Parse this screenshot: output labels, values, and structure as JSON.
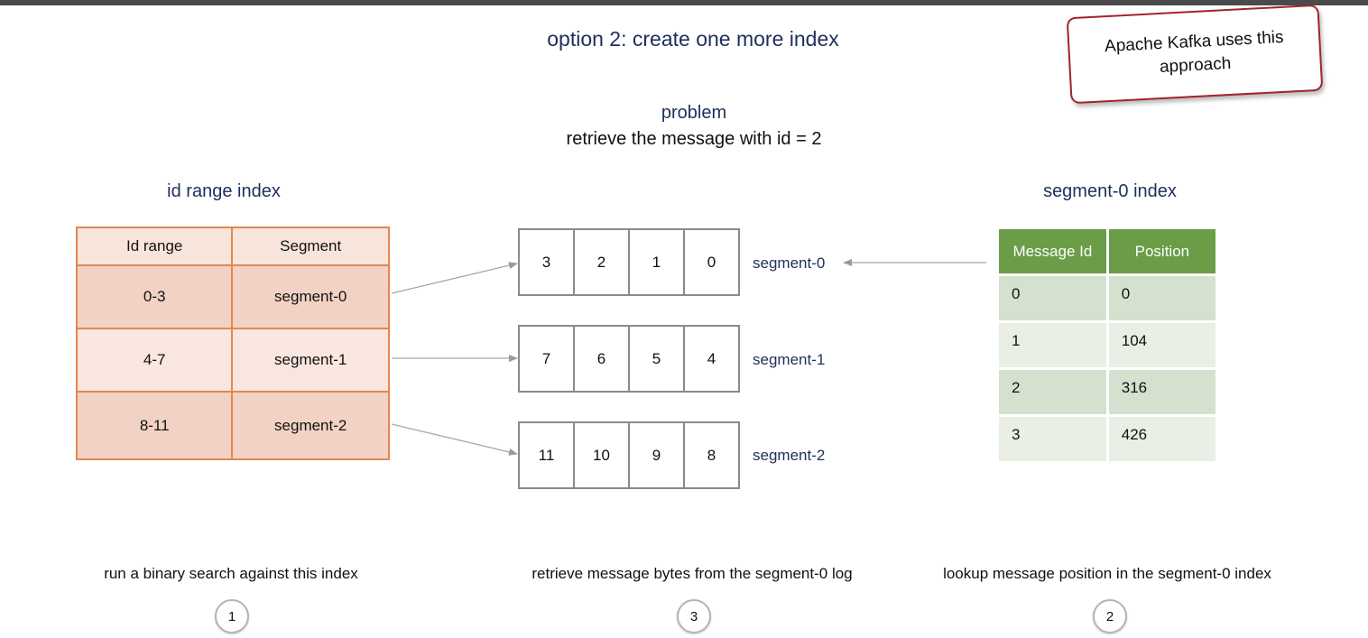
{
  "title": "option 2: create one more index",
  "callout": "Apache Kafka uses this approach",
  "problem": {
    "heading": "problem",
    "text": "retrieve the message with id = 2"
  },
  "id_range_index": {
    "title": "id range index",
    "headers": [
      "Id range",
      "Segment"
    ],
    "rows": [
      [
        "0-3",
        "segment-0"
      ],
      [
        "4-7",
        "segment-1"
      ],
      [
        "8-11",
        "segment-2"
      ]
    ]
  },
  "segments": [
    {
      "label": "segment-0",
      "cells": [
        "3",
        "2",
        "1",
        "0"
      ]
    },
    {
      "label": "segment-1",
      "cells": [
        "7",
        "6",
        "5",
        "4"
      ]
    },
    {
      "label": "segment-2",
      "cells": [
        "11",
        "10",
        "9",
        "8"
      ]
    }
  ],
  "segment0_index": {
    "title": "segment-0 index",
    "headers": [
      "Message Id",
      "Position"
    ],
    "rows": [
      [
        "0",
        "0"
      ],
      [
        "1",
        "104"
      ],
      [
        "2",
        "316"
      ],
      [
        "3",
        "426"
      ]
    ]
  },
  "captions": {
    "left": "run a binary search against this index",
    "middle": "retrieve message bytes from the segment-0 log",
    "right": "lookup message position in the segment-0 index"
  },
  "steps": {
    "left": "1",
    "middle": "3",
    "right": "2"
  },
  "colors": {
    "navy": "#1f2f5c",
    "orange_border": "#e4874f",
    "green_header": "#6b9c47",
    "callout_border": "#a3242b"
  }
}
